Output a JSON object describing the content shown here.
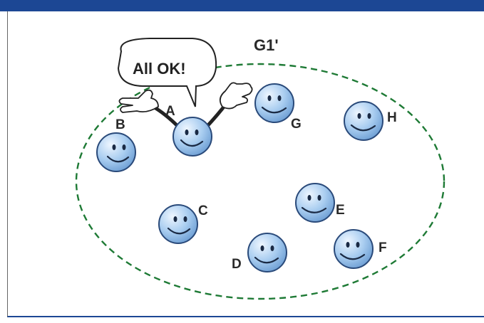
{
  "group": {
    "label": "G1'",
    "border_color": "#1e7a35"
  },
  "speech_bubble": {
    "text": "All OK!"
  },
  "nodes": [
    {
      "id": "A",
      "role": "leader"
    },
    {
      "id": "B"
    },
    {
      "id": "C"
    },
    {
      "id": "D"
    },
    {
      "id": "E"
    },
    {
      "id": "F"
    },
    {
      "id": "G"
    },
    {
      "id": "H"
    }
  ],
  "colors": {
    "top_bar": "#1c4794",
    "face_fill": "#a9cdf0",
    "face_stroke": "#2a4a7a",
    "arm": "#222222",
    "glove": "#ffffff"
  }
}
